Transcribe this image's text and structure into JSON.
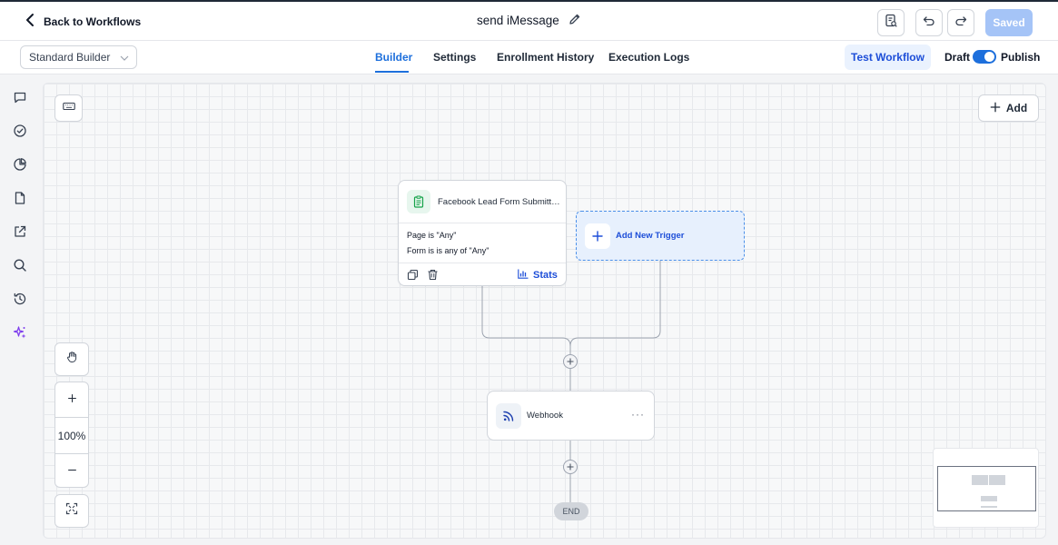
{
  "header": {
    "back_label": "Back to Workflows",
    "workflow_title": "send iMessage",
    "saved_label": "Saved"
  },
  "subbar": {
    "builder_mode": "Standard Builder",
    "tabs": [
      {
        "label": "Builder",
        "active": true
      },
      {
        "label": "Settings",
        "active": false
      },
      {
        "label": "Enrollment History",
        "active": false
      },
      {
        "label": "Execution Logs",
        "active": false
      }
    ],
    "test_label": "Test Workflow",
    "draft_label": "Draft",
    "publish_label": "Publish",
    "publish_on": true
  },
  "sidebar": {
    "items": [
      "chat-icon",
      "check-circle-icon",
      "pie-chart-icon",
      "file-icon",
      "external-link-icon",
      "search-icon",
      "history-icon",
      "sparkles-icon"
    ]
  },
  "canvas": {
    "add_label": "Add",
    "zoom_level": "100%",
    "trigger": {
      "title": "Facebook Lead Form Submitted",
      "conditions": [
        "Page is \"Any\"",
        "Form is is any of \"Any\""
      ],
      "stats_label": "Stats"
    },
    "new_trigger_label": "Add New Trigger",
    "action": {
      "label": "Webhook"
    },
    "end_label": "END"
  },
  "colors": {
    "accent": "#1d6fdc",
    "saved_bg": "#a5c4f7",
    "trigger_icon_bg": "#e7f6ee",
    "trigger_icon": "#16a34a",
    "new_trigger_bg": "#e7f0fd",
    "sparkles": "#7c3aed"
  }
}
